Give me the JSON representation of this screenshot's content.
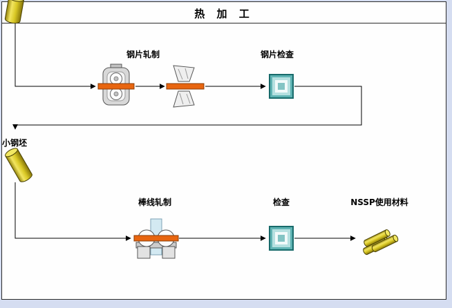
{
  "diagram": {
    "title": "热 加 工",
    "nodes": {
      "sheet_rolling": "钢片轧制",
      "sheet_inspection": "钢片检查",
      "small_billet": "小钢坯",
      "bar_rolling": "棒线轧制",
      "inspection": "检查",
      "nssp_material": "NSSP使用材料"
    },
    "icons": {
      "billet_top": "yellow-steel-billet-cylinder",
      "sheet_rolling_mill": "two-high-rolling-stand",
      "sheet_edger_mill": "edger-rolling-stand",
      "sheet_inspection": "teal-inspection-square",
      "small_billet": "yellow-steel-billet-cylinder",
      "bar_rolling_mill": "twin-roll-bar-mill",
      "inspection": "teal-inspection-square",
      "nssp_material": "bundle-of-yellow-steel-bars"
    },
    "colors": {
      "page_background": "#d5ddf1",
      "panel_background": "#fefefe",
      "billet_yellow": "#ddcc2e",
      "stock_bar_orange": "#e8650f",
      "inspection_teal": "#5fb3b3",
      "machine_gray": "#d8d8d8",
      "connector_black": "#000000"
    }
  }
}
